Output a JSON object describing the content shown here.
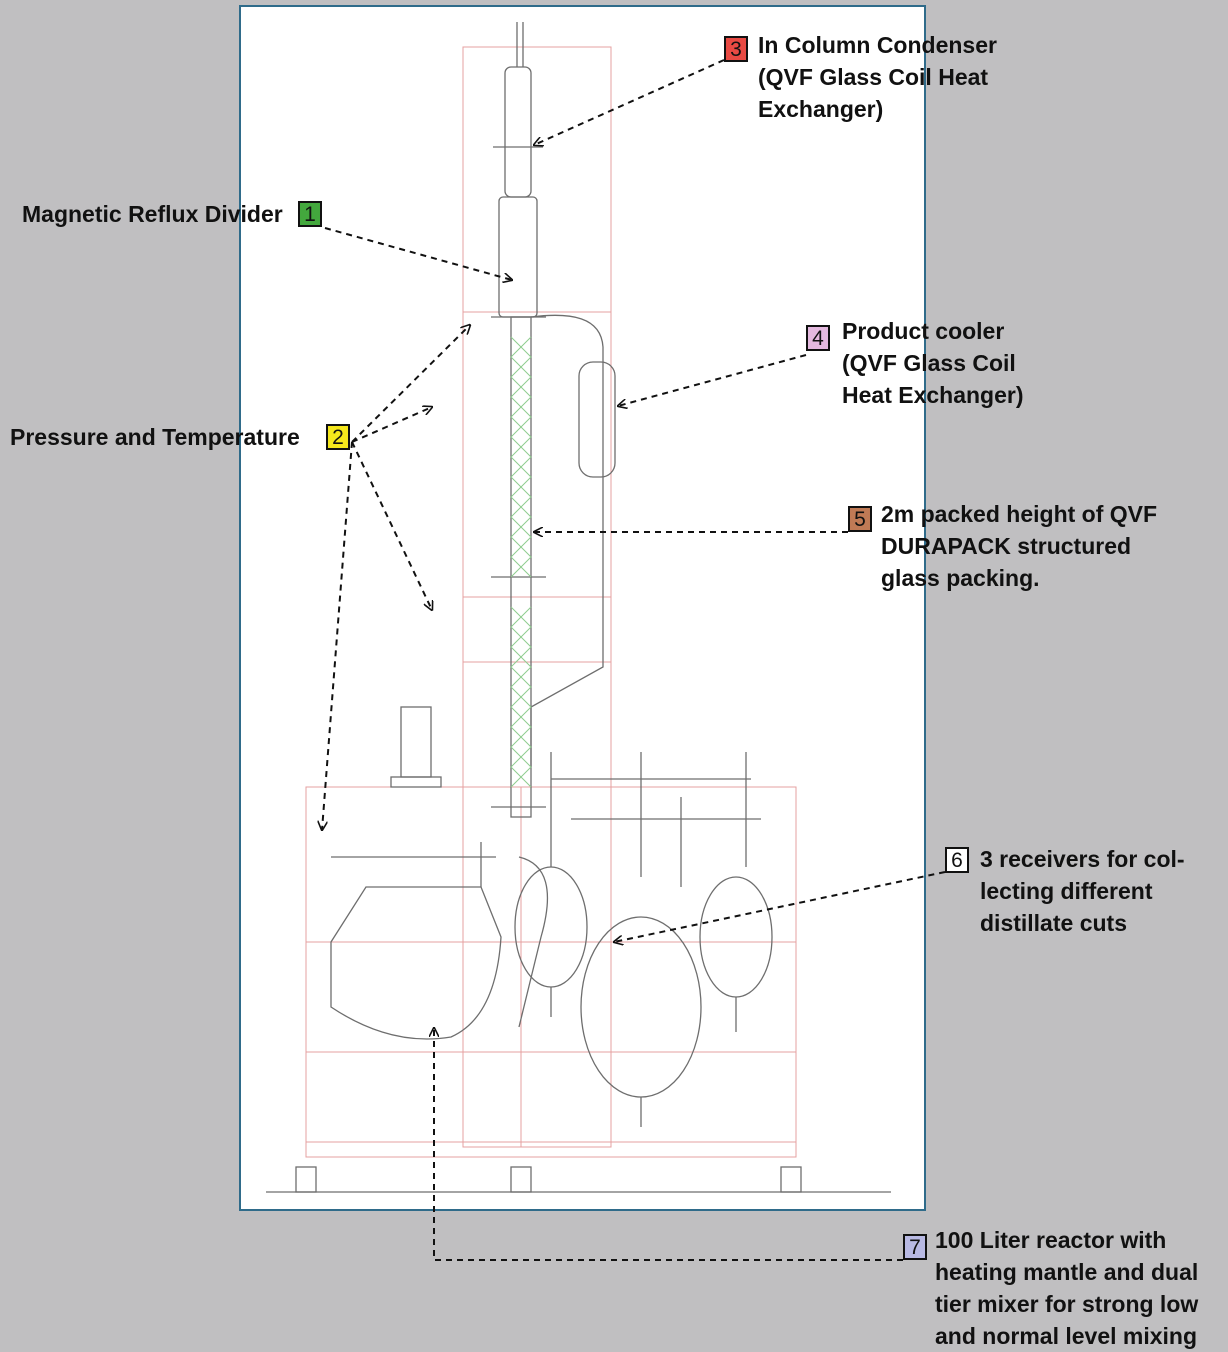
{
  "colors": {
    "background": "#c0bfc1",
    "frame_border": "#2f6b8a",
    "drawing_line": "#6e6e6e",
    "frame_line": "#e6a0a0",
    "glass_line": "#8fcc8f"
  },
  "callouts": [
    {
      "number": "3",
      "color": "#e84a43",
      "lines": [
        "In Column Condenser",
        "(QVF Glass Coil Heat",
        "Exchanger)"
      ]
    },
    {
      "number": "1",
      "color": "#43a83d",
      "lines": [
        "Magnetic Reflux Divider"
      ]
    },
    {
      "number": "4",
      "color": "#e4b9df",
      "lines": [
        "Product cooler",
        "(QVF Glass Coil",
        "Heat Exchanger)"
      ]
    },
    {
      "number": "2",
      "color": "#f5e71c",
      "lines": [
        "Pressure and Temperature"
      ]
    },
    {
      "number": "5",
      "color": "#c07a55",
      "lines": [
        "2m packed height of QVF",
        "DURAPACK structured",
        "glass packing."
      ]
    },
    {
      "number": "6",
      "color": "#ffffff",
      "lines": [
        "3 receivers for col-",
        "lecting different",
        "distillate cuts"
      ]
    },
    {
      "number": "7",
      "color": "#b8b9e3",
      "lines": [
        "100 Liter reactor with",
        "heating mantle and dual",
        "tier mixer for strong low",
        "and normal level mixing"
      ]
    }
  ]
}
